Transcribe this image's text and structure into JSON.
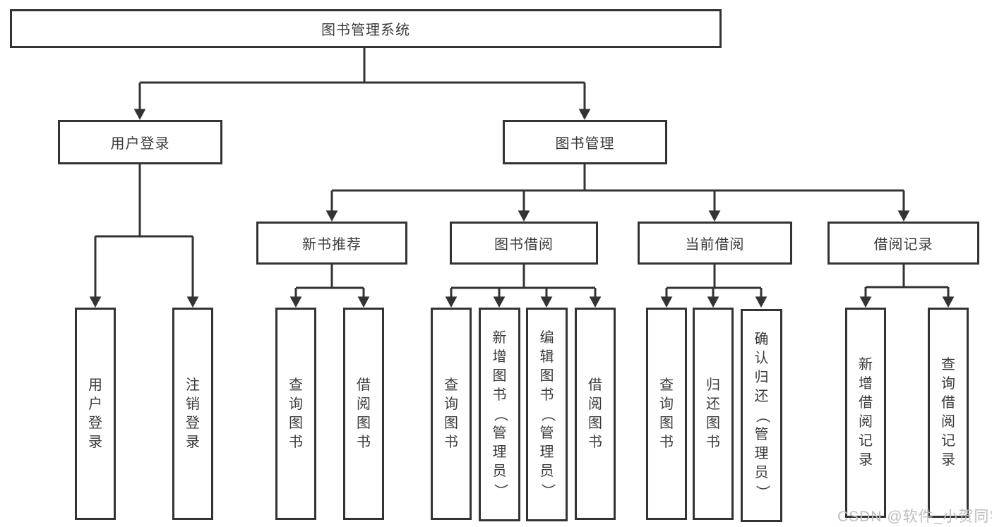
{
  "diagram": {
    "root": {
      "label": "图书管理系统",
      "children": [
        {
          "label": "用户登录",
          "children": [
            {
              "label": "用户登录"
            },
            {
              "label": "注销登录"
            }
          ]
        },
        {
          "label": "图书管理",
          "children": [
            {
              "label": "新书推荐",
              "children": [
                {
                  "label": "查询图书"
                },
                {
                  "label": "借阅图书"
                }
              ]
            },
            {
              "label": "图书借阅",
              "children": [
                {
                  "label": "查询图书"
                },
                {
                  "label": "新增图书（管理员）"
                },
                {
                  "label": "编辑图书（管理员）"
                },
                {
                  "label": "借阅图书"
                }
              ]
            },
            {
              "label": "当前借阅",
              "children": [
                {
                  "label": "查询图书"
                },
                {
                  "label": "归还图书"
                },
                {
                  "label": "确认归还（管理员）"
                }
              ]
            },
            {
              "label": "借阅记录",
              "children": [
                {
                  "label": "新增借阅记录"
                },
                {
                  "label": "查询借阅记录"
                }
              ]
            }
          ]
        }
      ]
    }
  },
  "watermark": {
    "text": "CSDN @软件_小贺同学"
  },
  "colors": {
    "line": "#333333",
    "text": "#3b3b3b",
    "background": "#ffffff",
    "watermark": "#bdbdbd"
  }
}
